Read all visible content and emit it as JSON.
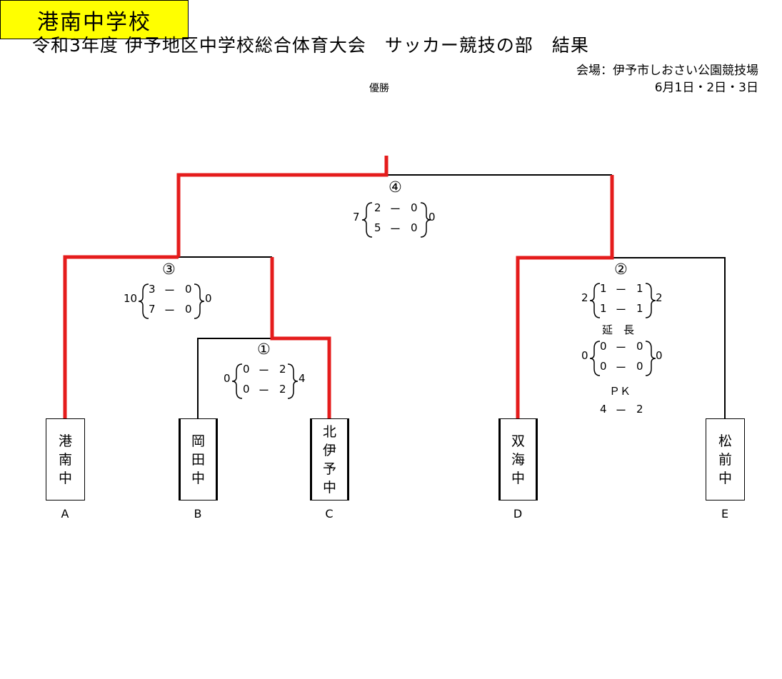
{
  "title": "令和3年度 伊予地区中学校総合体育大会　サッカー競技の部　結果",
  "venue": "会場：伊予市しおさい公園競技場",
  "dates": "6月1日・2日・3日",
  "champion": {
    "label": "優勝",
    "name": "港南中学校"
  },
  "teams": [
    {
      "letter": "A",
      "chars": [
        "港",
        "南",
        "中"
      ]
    },
    {
      "letter": "B",
      "chars": [
        "岡",
        "田",
        "中"
      ]
    },
    {
      "letter": "C",
      "chars": [
        "北",
        "伊",
        "予",
        "中"
      ]
    },
    {
      "letter": "D",
      "chars": [
        "双",
        "海",
        "中"
      ]
    },
    {
      "letter": "E",
      "chars": [
        "松",
        "前",
        "中"
      ]
    }
  ],
  "matches": {
    "m1": {
      "no": "①",
      "left_total": "0",
      "right_total": "4",
      "halves": [
        [
          "0",
          "2"
        ],
        [
          "0",
          "2"
        ]
      ]
    },
    "m2": {
      "no": "②",
      "left_total": "2",
      "right_total": "2",
      "halves": [
        [
          "1",
          "1"
        ],
        [
          "1",
          "1"
        ]
      ],
      "extra_label": "延　長",
      "extra_left_total": "0",
      "extra_right_total": "0",
      "extra_halves": [
        [
          "0",
          "0"
        ],
        [
          "0",
          "0"
        ]
      ],
      "pk_label": "ＰＫ",
      "pk_score": [
        "4",
        "2"
      ]
    },
    "m3": {
      "no": "③",
      "left_total": "10",
      "right_total": "0",
      "halves": [
        [
          "3",
          "0"
        ],
        [
          "7",
          "0"
        ]
      ]
    },
    "m4": {
      "no": "④",
      "left_total": "7",
      "right_total": "0",
      "halves": [
        [
          "2",
          "0"
        ],
        [
          "5",
          "0"
        ]
      ]
    }
  },
  "dash": "ー",
  "colors": {
    "winner_line": "#e51c1c",
    "normal_line": "#000000",
    "champion_fill": "#ffff00"
  }
}
